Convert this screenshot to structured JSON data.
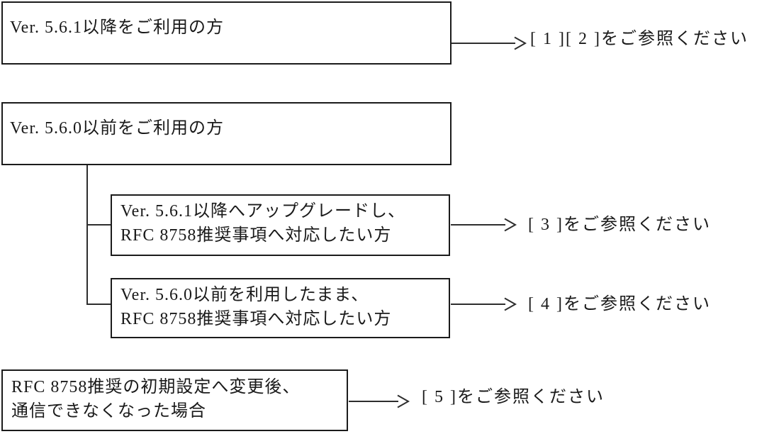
{
  "colors": {
    "ink": "#1a1a1a",
    "border": "#1b1b1b",
    "line": "#2e2e2e",
    "background": "#ffffff"
  },
  "boxes": {
    "box1": {
      "line1": "Ver. 5.6.1以降をご利用の方"
    },
    "box2": {
      "line1": "Ver. 5.6.0以前をご利用の方"
    },
    "box3": {
      "line1": "Ver. 5.6.1以降へアップグレードし、",
      "line2": "RFC 8758推奨事項へ対応したい方"
    },
    "box4": {
      "line1": "Ver. 5.6.0以前を利用したまま、",
      "line2": "RFC 8758推奨事項へ対応したい方"
    },
    "box5": {
      "line1": "RFC 8758推奨の初期設定へ変更後、",
      "line2": "通信できなくなった場合"
    }
  },
  "labels": {
    "ref12": "[ 1 ][ 2 ]をご参照ください",
    "ref3": "[ 3 ]をご参照ください",
    "ref4": "[ 4 ]をご参照ください",
    "ref5": "[ 5 ]をご参照ください"
  }
}
